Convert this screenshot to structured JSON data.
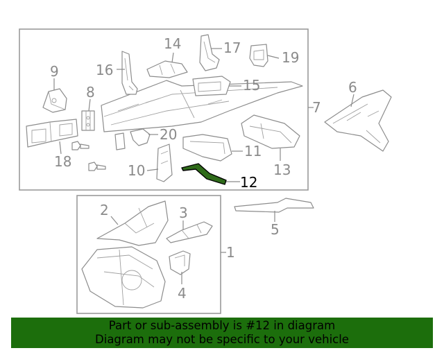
{
  "diagram": {
    "callouts": {
      "c1": "1",
      "c2": "2",
      "c3": "3",
      "c4": "4",
      "c5": "5",
      "c6": "6",
      "c7": "7",
      "c8": "8",
      "c9": "9",
      "c10": "10",
      "c11": "11",
      "c12": "12",
      "c13": "13",
      "c14": "14",
      "c15": "15",
      "c16": "16",
      "c17": "17",
      "c18": "18",
      "c19": "19",
      "c20": "20"
    },
    "highlight_part": "12",
    "highlight_color": "#2f6b1a"
  },
  "banner": {
    "line1": "Part or sub-assembly is #12 in diagram",
    "line2": "Diagram may not be specific to your vehicle",
    "background": "#1c6e0c"
  }
}
